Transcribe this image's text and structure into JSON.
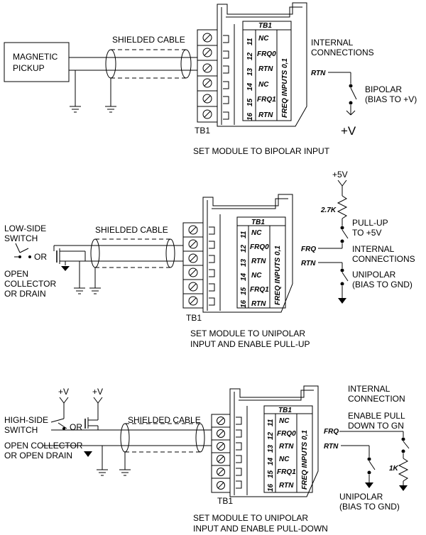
{
  "diagram1": {
    "magnetic_pickup": [
      "MAGNETIC",
      "PICKUP"
    ],
    "cable_label": "SHIELDED CABLE",
    "tb_label": "TB1",
    "tb_title": "TB1",
    "pins": [
      "11",
      "12",
      "13",
      "14",
      "15",
      "16"
    ],
    "signals": [
      "NC",
      "FRQ0",
      "RTN",
      "NC",
      "FRQ1",
      "RTN"
    ],
    "freq_inputs": "FREQ INPUTS 0,1",
    "internal": [
      "INTERNAL",
      "CONNECTIONS"
    ],
    "rtn": "RTN",
    "bipolar": [
      "BIPOLAR",
      "(BIAS TO +V)"
    ],
    "vplus": "+V",
    "caption": "SET MODULE TO BIPOLAR INPUT"
  },
  "diagram2": {
    "switch": [
      "LOW-SIDE",
      "SWITCH"
    ],
    "or": "OR",
    "collector": [
      "OPEN",
      "COLLECTOR",
      "OR DRAIN"
    ],
    "cable_label": "SHIELDED CABLE",
    "tb_label": "TB1",
    "tb_title": "TB1",
    "pins": [
      "11",
      "12",
      "13",
      "14",
      "15",
      "16"
    ],
    "signals": [
      "NC",
      "FRQ0",
      "RTN",
      "NC",
      "FRQ1",
      "RTN"
    ],
    "freq_inputs": "FREQ INPUTS 0,1",
    "v5": "+5V",
    "res": "2.7K",
    "pullup": [
      "PULL-UP",
      "TO +5V"
    ],
    "frq": "FRQ",
    "internal": [
      "INTERNAL",
      "CONNECTIONS"
    ],
    "rtn": "RTN",
    "unipolar": [
      "UNIPOLAR",
      "(BIAS TO GND)"
    ],
    "caption": [
      "SET MODULE TO UNIPOLAR",
      "INPUT AND ENABLE PULL-UP"
    ]
  },
  "diagram3": {
    "vplus_a": "+V",
    "vplus_b": "+V",
    "switch": [
      "HIGH-SIDE",
      "SWITCH"
    ],
    "or": "OR",
    "collector": [
      "OPEN COLLECTOR",
      "OR OPEN DRAIN"
    ],
    "cable_label": "SHIELDED CABLE",
    "tb_label": "TB1",
    "tb_title": "TB1",
    "pins": [
      "11",
      "12",
      "13",
      "14",
      "15",
      "16"
    ],
    "signals": [
      "NC",
      "FRQ0",
      "RTN",
      "NC",
      "FRQ1",
      "RTN"
    ],
    "freq_inputs": "FREQ INPUTS 0,1",
    "internal": [
      "INTERNAL",
      "CONNECTION"
    ],
    "pulldown": [
      "ENABLE PULL",
      "DOWN TO GN"
    ],
    "frq": "FRQ",
    "rtn": "RTN",
    "res": "1K",
    "unipolar": [
      "UNIPOLAR",
      "(BIAS TO GND)"
    ],
    "caption": [
      "SET MODULE TO UNIPOLAR",
      "INPUT AND ENABLE PULL-DOWN"
    ]
  }
}
